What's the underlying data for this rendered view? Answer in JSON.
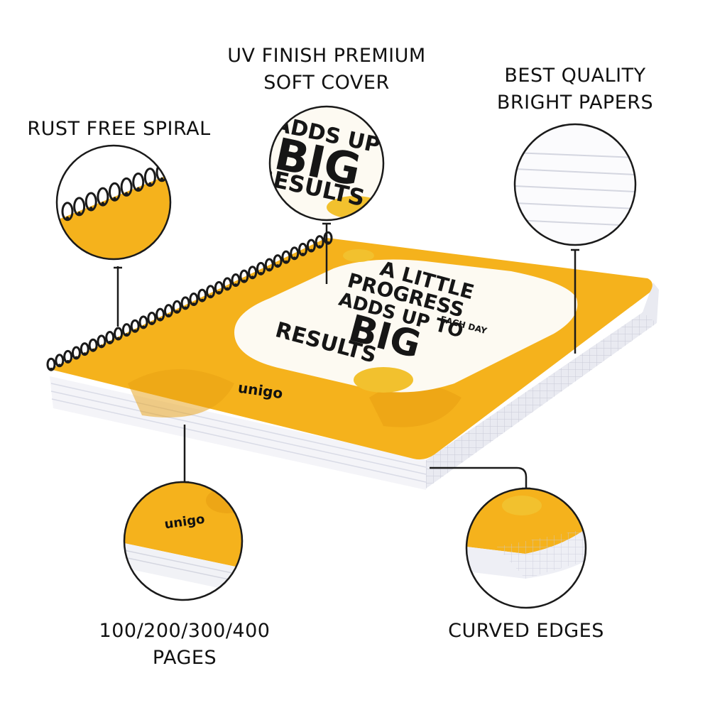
{
  "product": {
    "brand": "unigo",
    "cover_text": [
      "A LITTLE",
      "PROGRESS",
      "EACH DAY",
      "ADDS UP TO",
      "BIG",
      "RESULTS"
    ],
    "colors": {
      "cover": "#f5b21c",
      "cover_dark": "#e89f12",
      "paper": "#ffffff",
      "paper_edge": "#d9dbe6",
      "spiral": "#1a1a1a",
      "ink": "#111111",
      "outline": "#1a1a1a"
    }
  },
  "features": {
    "spiral": {
      "lines": [
        "RUST FREE SPIRAL"
      ]
    },
    "cover": {
      "lines": [
        "UV FINISH PREMIUM",
        "SOFT COVER"
      ]
    },
    "paper": {
      "lines": [
        "BEST QUALITY",
        "BRIGHT PAPERS"
      ]
    },
    "pages": {
      "lines": [
        "100/200/300/400",
        "PAGES"
      ]
    },
    "edges": {
      "lines": [
        "CURVED EDGES"
      ]
    }
  }
}
